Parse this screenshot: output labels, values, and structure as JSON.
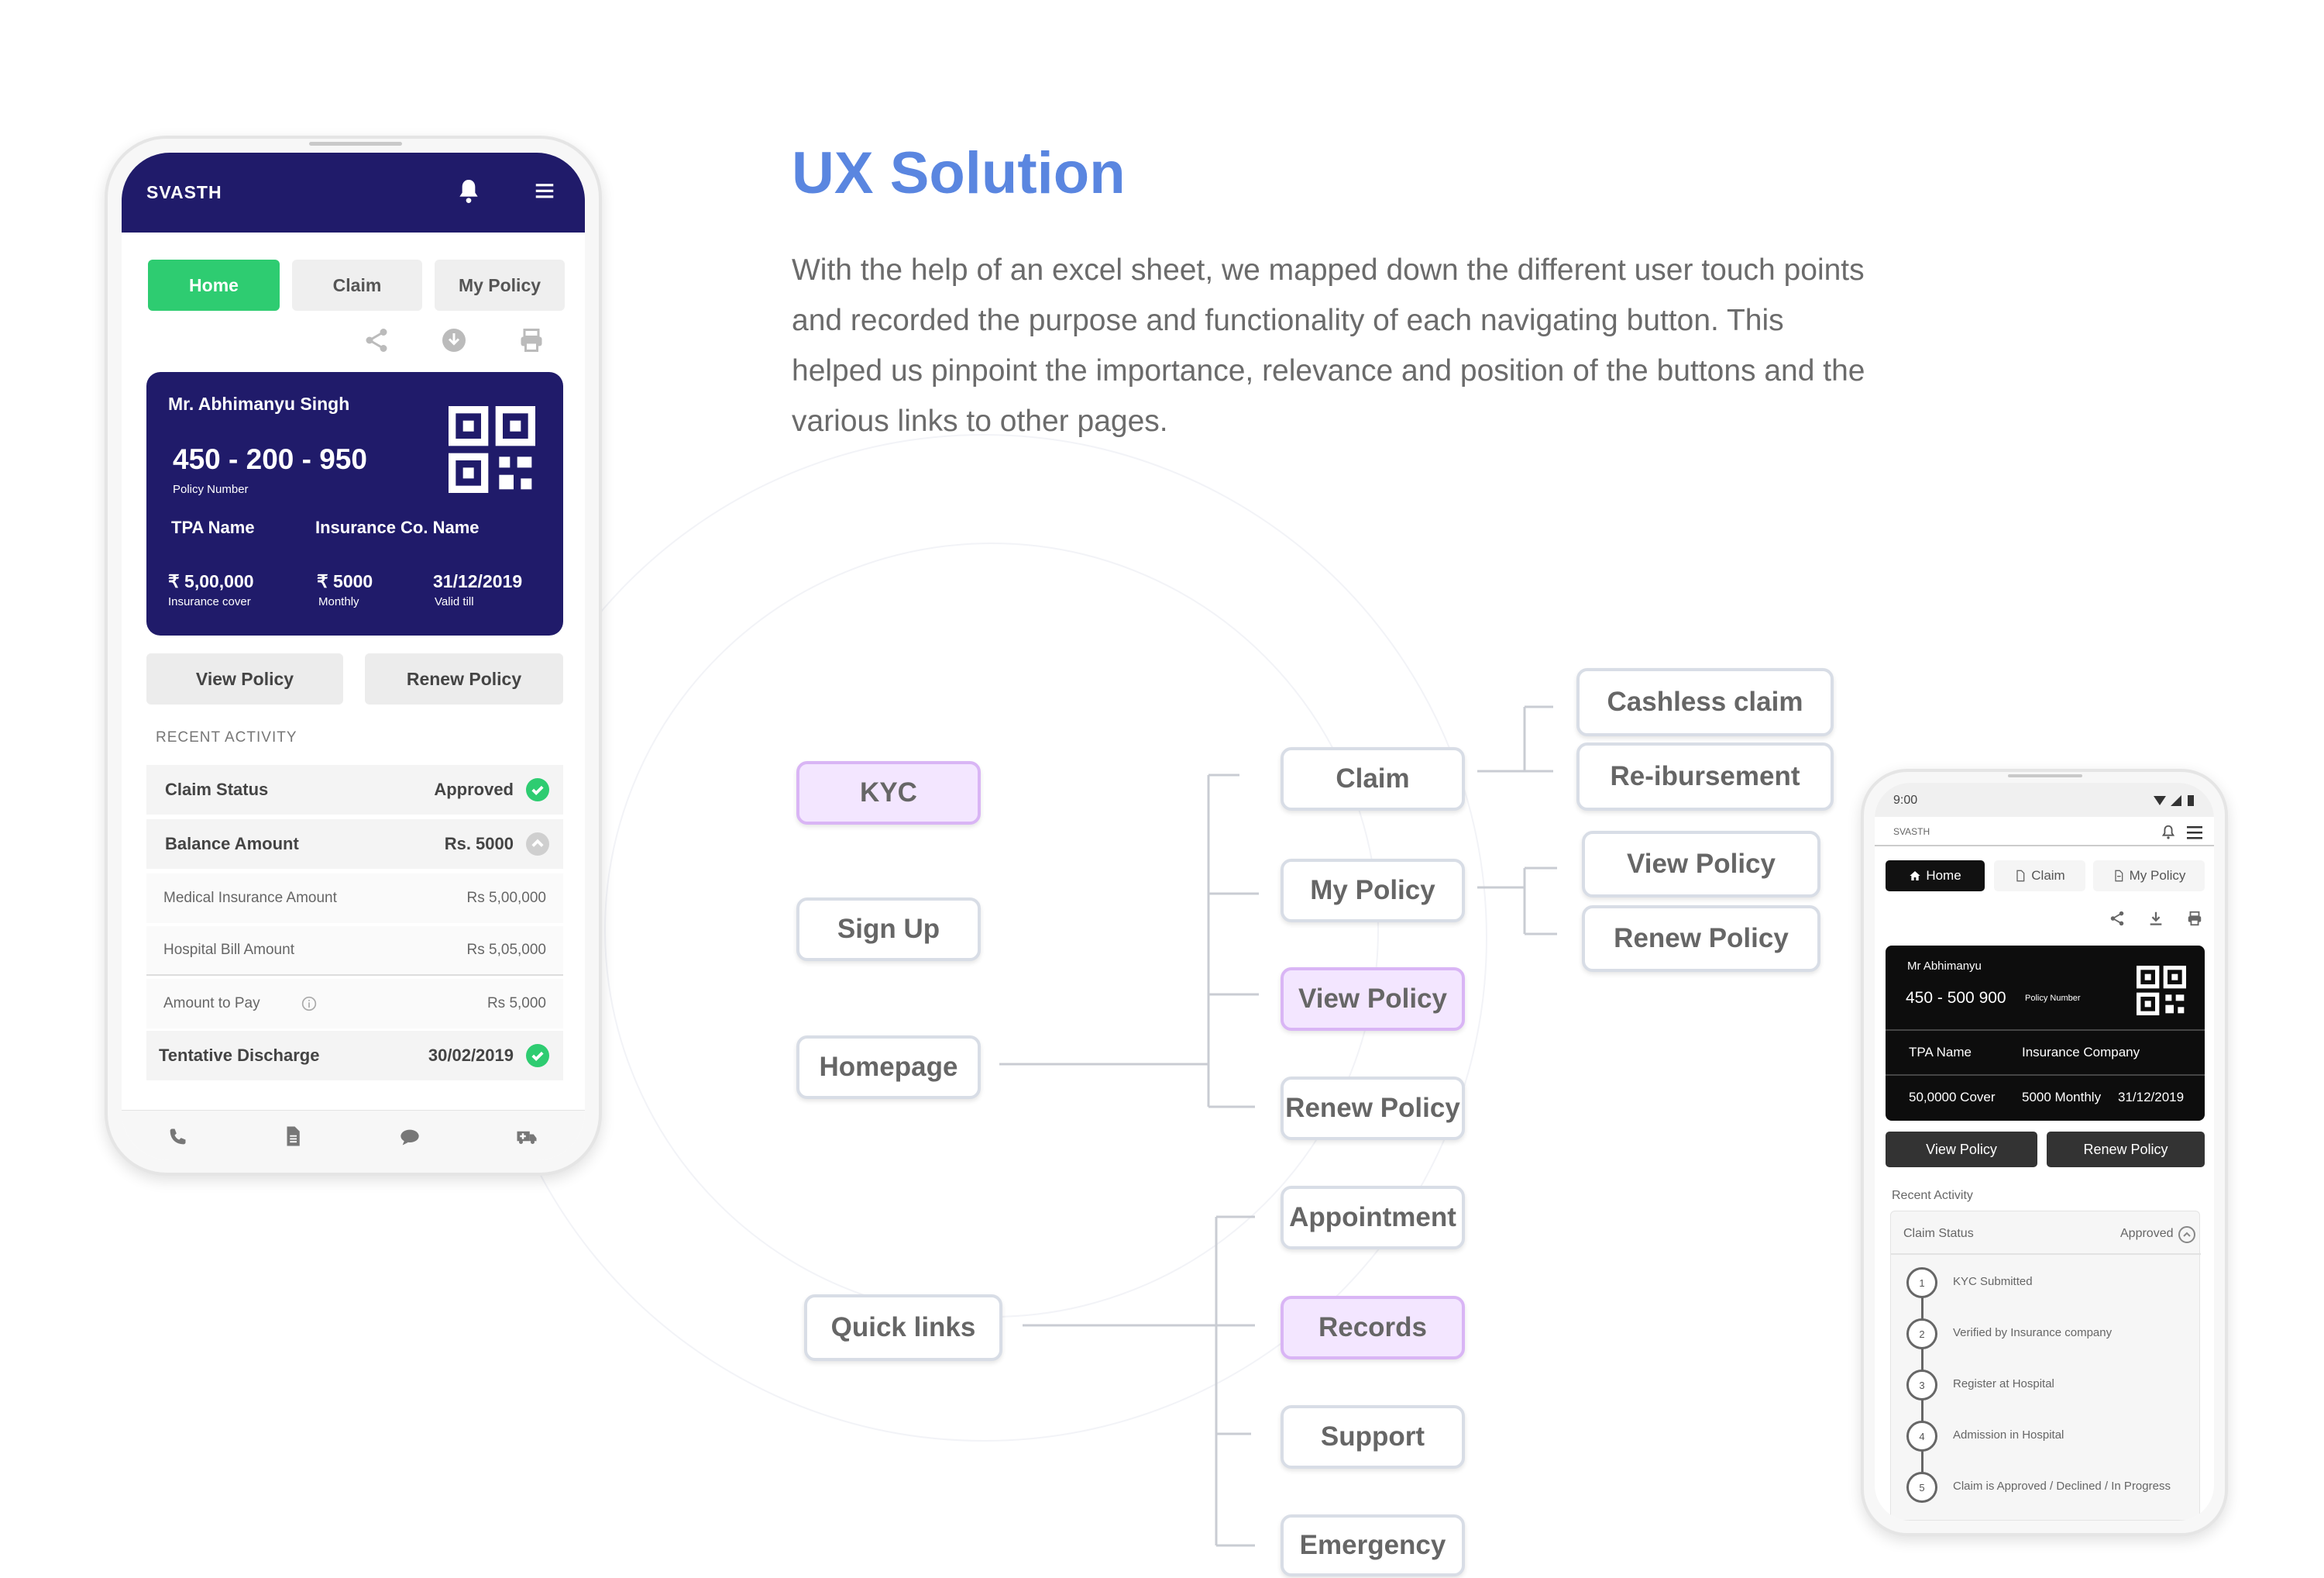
{
  "heading": {
    "title": "UX Solution",
    "paragraph": "With the help of an excel sheet, we mapped down the different user touch points and recorded the purpose and functionality of each navigating button. This helped us pinpoint the importance, relevance and position of the buttons and the various links to other pages."
  },
  "phone_left": {
    "brand": "SVASTH",
    "tabs": [
      "Home",
      "Claim",
      "My Policy"
    ],
    "card": {
      "name": "Mr. Abhimanyu Singh",
      "policy_number": "450 - 200 - 950",
      "policy_number_label": "Policy Number",
      "tpa": "TPA Name",
      "insurer": "Insurance Co. Name",
      "cover": "₹ 5,00,000",
      "cover_label": "Insurance cover",
      "monthly": "₹ 5000",
      "monthly_label": "Monthly",
      "valid": "31/12/2019",
      "valid_label": "Valid till"
    },
    "buttons": [
      "View Policy",
      "Renew Policy"
    ],
    "recent_label": "RECENT ACTIVITY",
    "claim_status_label": "Claim Status",
    "claim_status_value": "Approved",
    "balance_label": "Balance Amount",
    "balance_value": "Rs. 5000",
    "details": [
      {
        "k": "Medical Insurance Amount",
        "v": "Rs 5,00,000"
      },
      {
        "k": "Hospital Bill Amount",
        "v": "Rs 5,05,000"
      },
      {
        "k": "Amount to Pay",
        "v": "Rs 5,000"
      }
    ],
    "discharge_label": "Tentative Discharge",
    "discharge_value": "30/02/2019"
  },
  "flow": {
    "kyc": "KYC",
    "signup": "Sign Up",
    "homepage": "Homepage",
    "quicklinks": "Quick links",
    "claim": "Claim",
    "mypolicy": "My Policy",
    "viewpolicy": "View Policy",
    "renewpolicy": "Renew Policy",
    "cashless": "Cashless claim",
    "reimbursement": "Re-ibursement",
    "sub_view": "View Policy",
    "sub_renew": "Renew Policy",
    "appointment": "Appointment",
    "records": "Records",
    "support": "Support",
    "emergency": "Emergency"
  },
  "phone_right": {
    "time": "9:00",
    "brand": "SVASTH",
    "tabs": [
      "Home",
      "Claim",
      "My Policy"
    ],
    "card": {
      "name": "Mr Abhimanyu",
      "policy_number": "450 - 500 900",
      "policy_number_label": "Policy Number",
      "tpa": "TPA Name",
      "insurer": "Insurance Company",
      "cover": "50,0000 Cover",
      "monthly": "5000 Monthly",
      "valid": "31/12/2019"
    },
    "buttons": [
      "View Policy",
      "Renew Policy"
    ],
    "recent_label": "Recent Activity",
    "claim_status_label": "Claim Status",
    "claim_status_value": "Approved",
    "steps": [
      {
        "n": "1",
        "label": "KYC Submitted"
      },
      {
        "n": "2",
        "label": "Verified by Insurance company"
      },
      {
        "n": "3",
        "label": "Register at Hospital"
      },
      {
        "n": "4",
        "label": "Admission in Hospital"
      },
      {
        "n": "5",
        "label": "Claim is Approved  / Declined / In Progress"
      }
    ]
  },
  "colors": {
    "accent_heading": "#5a86e0",
    "card_navy": "#201b6a",
    "active_tab": "#2ecc71",
    "highlight_node": "#f3e6ff"
  }
}
